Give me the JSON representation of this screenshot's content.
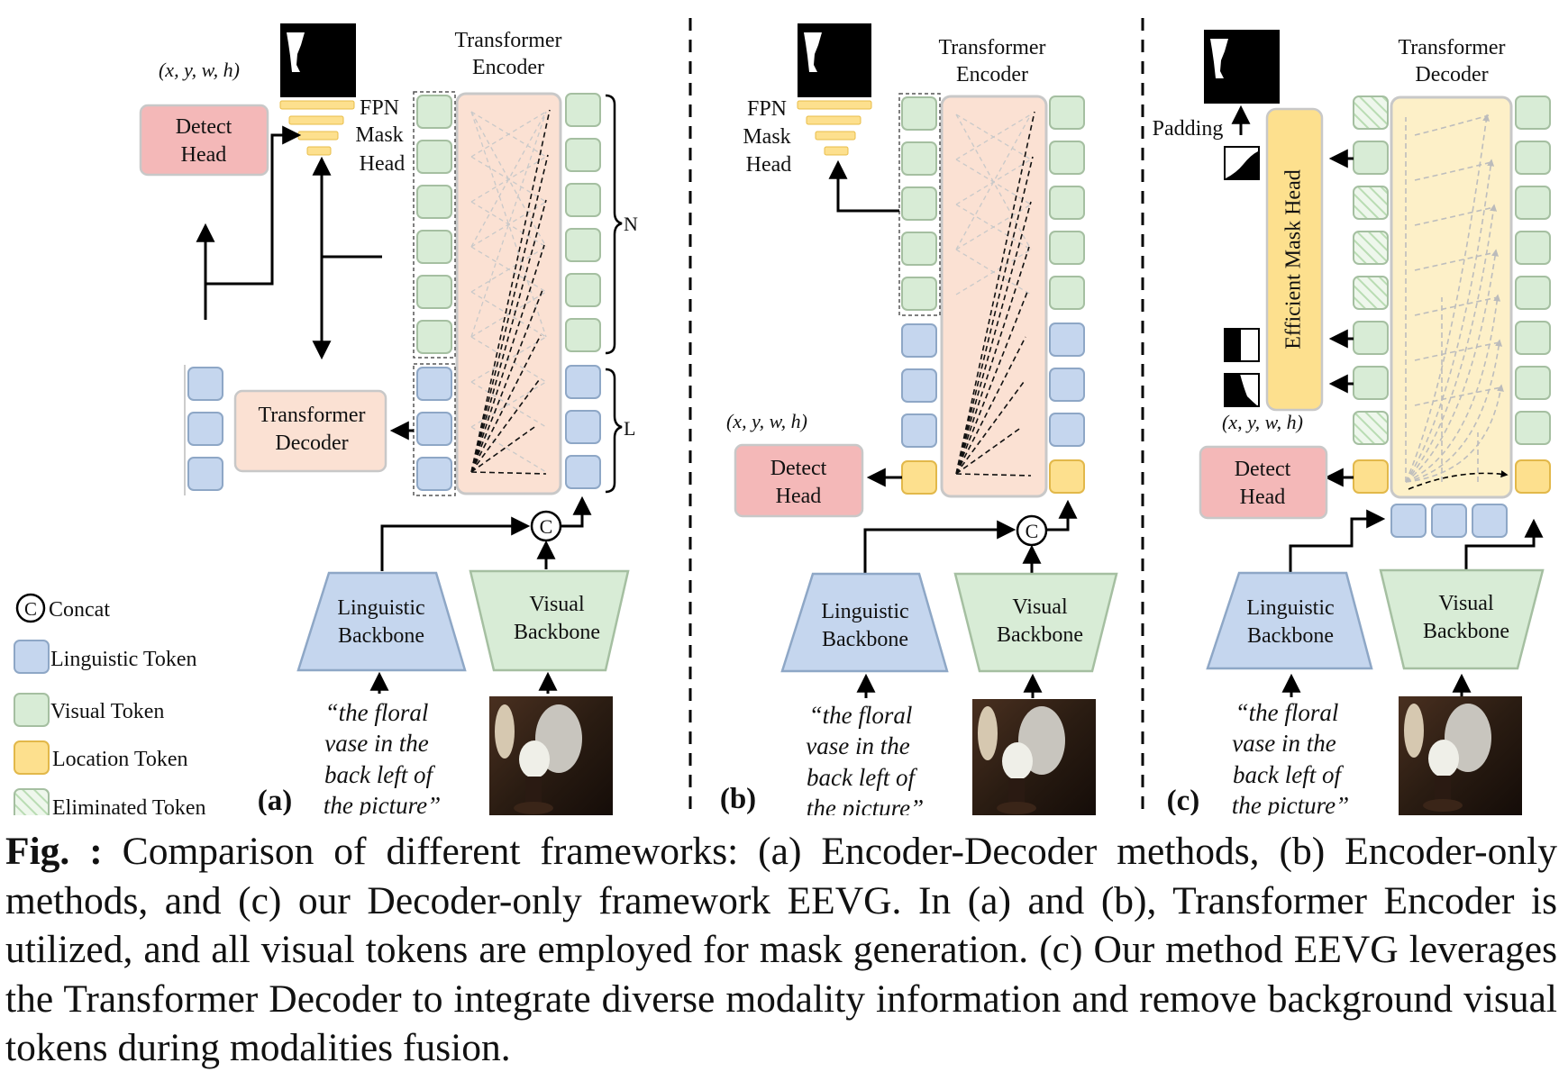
{
  "labels": {
    "transformer_encoder": [
      "Transformer",
      "Encoder"
    ],
    "transformer_decoder": [
      "Transformer",
      "Decoder"
    ],
    "detect_head": [
      "Detect",
      "Head"
    ],
    "fpn_mask_head": [
      "FPN",
      "Mask",
      "Head"
    ],
    "linguistic_backbone": [
      "Linguistic",
      "Backbone"
    ],
    "visual_backbone": [
      "Visual",
      "Backbone"
    ],
    "efficient_mask_head": "Efficient Mask Head",
    "bbox": "(x, y, w, h)",
    "n": "N",
    "l": "L",
    "padding": "Padding",
    "concat_symbol": "C",
    "query_text": [
      "“the floral",
      "vase in the",
      "back left of",
      "the picture”"
    ]
  },
  "panels": [
    {
      "id": "a",
      "tag": "(a)"
    },
    {
      "id": "b",
      "tag": "(b)"
    },
    {
      "id": "c",
      "tag": "(c)"
    }
  ],
  "legend": [
    {
      "label": "Concat",
      "type": "concat"
    },
    {
      "label": "Linguistic Token",
      "color": "#c5d6ee"
    },
    {
      "label": "Visual Token",
      "color": "#d8ecd6"
    },
    {
      "label": "Location Token",
      "color": "#fde08e"
    },
    {
      "label": "Eliminated Token",
      "color": "hatched"
    }
  ],
  "colors": {
    "linguistic": "#c5d6ee",
    "visual": "#d8ecd6",
    "location": "#fde08e",
    "detect": "#f4b8b8",
    "encoder": "#fbe1d3",
    "decoder_a": "#fbe1d3",
    "decoder_c": "#fdf0c8",
    "mask_head": "#fde08e"
  },
  "caption": {
    "prefix": "Fig. :",
    "text": " Comparison of different frameworks: (a) Encoder-Decoder methods, (b) Encoder-only methods, and (c) our Decoder-only framework EEVG. In (a) and (b), Transformer Encoder is utilized, and all visual tokens are employed for mask generation. (c) Our method EEVG leverages the Transformer Decoder to integrate diverse modality information and remove background visual tokens during modalities fusion."
  }
}
